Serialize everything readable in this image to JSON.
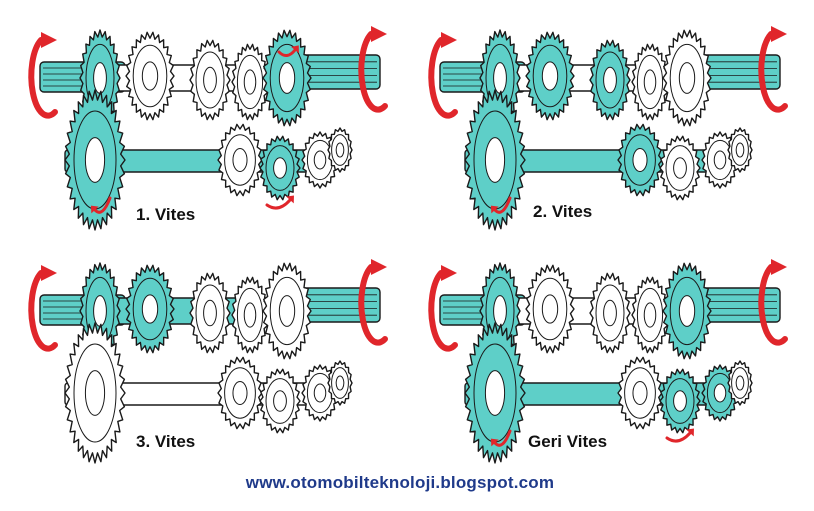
{
  "colors": {
    "teal": "#5ecfc8",
    "outline": "#1a1a1a",
    "arrow": "#e0262b",
    "url": "#1f3a8a"
  },
  "panels": [
    {
      "id": "first",
      "label": "1. Vites",
      "engaged": [
        "input",
        "out2",
        "cs-big",
        "cs-c",
        "rev-a"
      ]
    },
    {
      "id": "second",
      "label": "2. Vites",
      "engaged": [
        "input",
        "out1",
        "sync",
        "cs-big",
        "cs-b"
      ]
    },
    {
      "id": "third",
      "label": "3. Vites",
      "engaged": [
        "input",
        "sync",
        "main-shaft"
      ]
    },
    {
      "id": "reverse",
      "label": "Geri Vites",
      "engaged": [
        "input",
        "out3",
        "cs-big",
        "cs-shaft",
        "rev-a",
        "rev-b"
      ]
    }
  ],
  "footer": {
    "url": "www.otomobilteknoloji.blogspot.com"
  }
}
